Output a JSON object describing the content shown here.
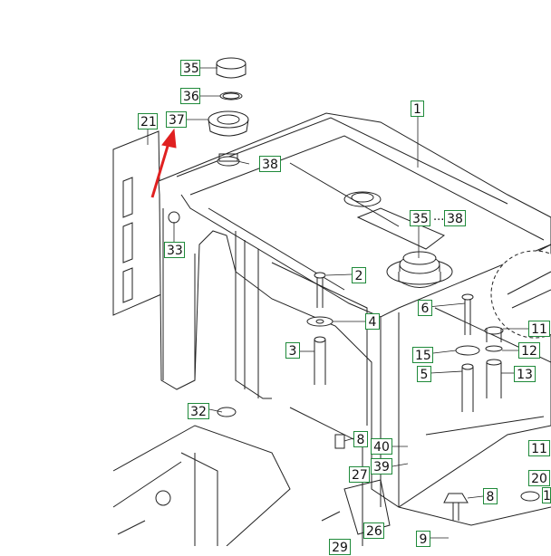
{
  "callouts": {
    "c35_top": "35",
    "c36": "36",
    "c37": "37",
    "c21": "21",
    "c38_top": "38",
    "c1": "1",
    "c33": "33",
    "c35_mid": "35",
    "c38_mid": "38",
    "c2": "2",
    "c4": "4",
    "c3": "3",
    "c6": "6",
    "c11_a": "11",
    "c15": "15",
    "c12": "12",
    "c5": "5",
    "c13": "13",
    "c32": "32",
    "c8_a": "8",
    "c40": "40",
    "c39": "39",
    "c27": "27",
    "c26": "26",
    "c8_b": "8",
    "c11_b": "11",
    "c20": "20",
    "c9": "9",
    "c29": "29",
    "c1_edge": "1"
  },
  "ellipsis": "...",
  "colors": {
    "callout_border": "#1f8a3a",
    "arrow": "#e02020",
    "line": "#222222"
  }
}
